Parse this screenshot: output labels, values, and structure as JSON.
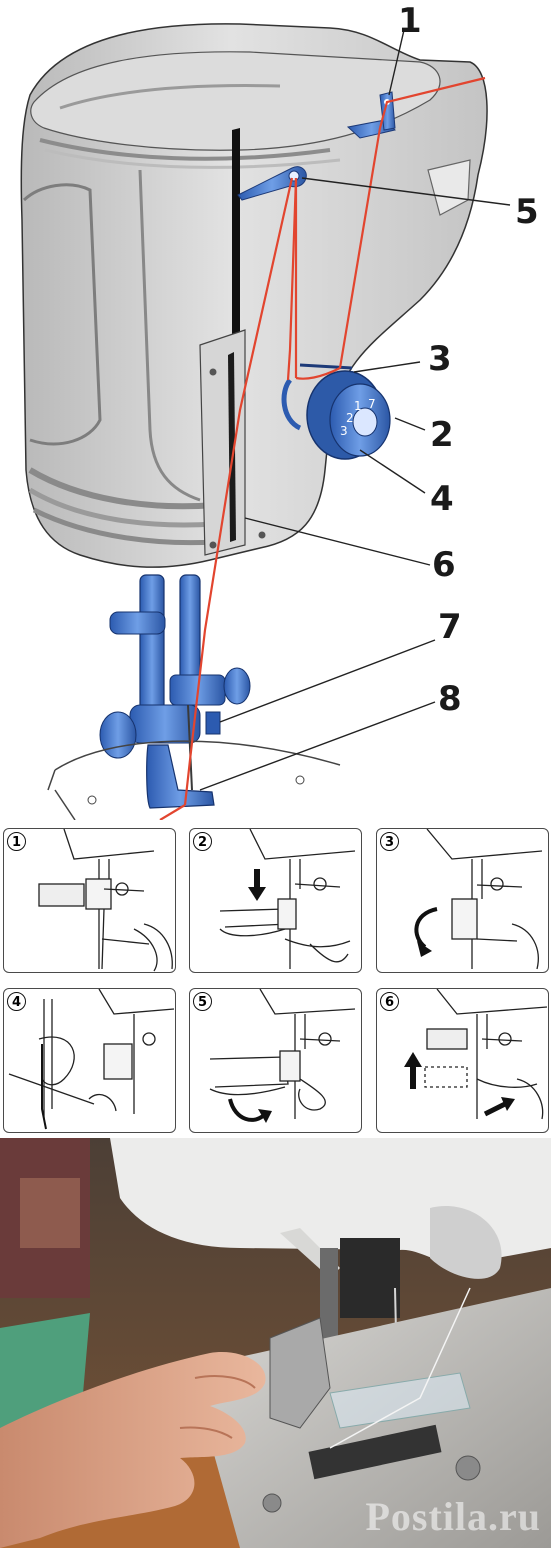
{
  "diagram": {
    "callouts": [
      {
        "id": "c1",
        "label": "1"
      },
      {
        "id": "c5",
        "label": "5"
      },
      {
        "id": "c3",
        "label": "3"
      },
      {
        "id": "c2",
        "label": "2"
      },
      {
        "id": "c4",
        "label": "4"
      },
      {
        "id": "c6",
        "label": "6"
      },
      {
        "id": "c7",
        "label": "7"
      },
      {
        "id": "c8",
        "label": "8"
      }
    ],
    "dial_numbers": [
      "3",
      "2",
      "1",
      "7"
    ],
    "colors": {
      "machine_body": "#cfcfcf",
      "machine_shadow": "#a8a8a8",
      "parts_blue": "#3b6fc4",
      "thread_red": "#e2452f"
    }
  },
  "steps": {
    "panels": [
      {
        "number": "1",
        "arrow": "none"
      },
      {
        "number": "2",
        "arrow": "down"
      },
      {
        "number": "3",
        "arrow": "curve-left"
      },
      {
        "number": "4",
        "arrow": "none"
      },
      {
        "number": "5",
        "arrow": "curve-down"
      },
      {
        "number": "6",
        "arrow": "up-and-right"
      }
    ]
  },
  "photo": {
    "watermark": "Postila.ru"
  }
}
